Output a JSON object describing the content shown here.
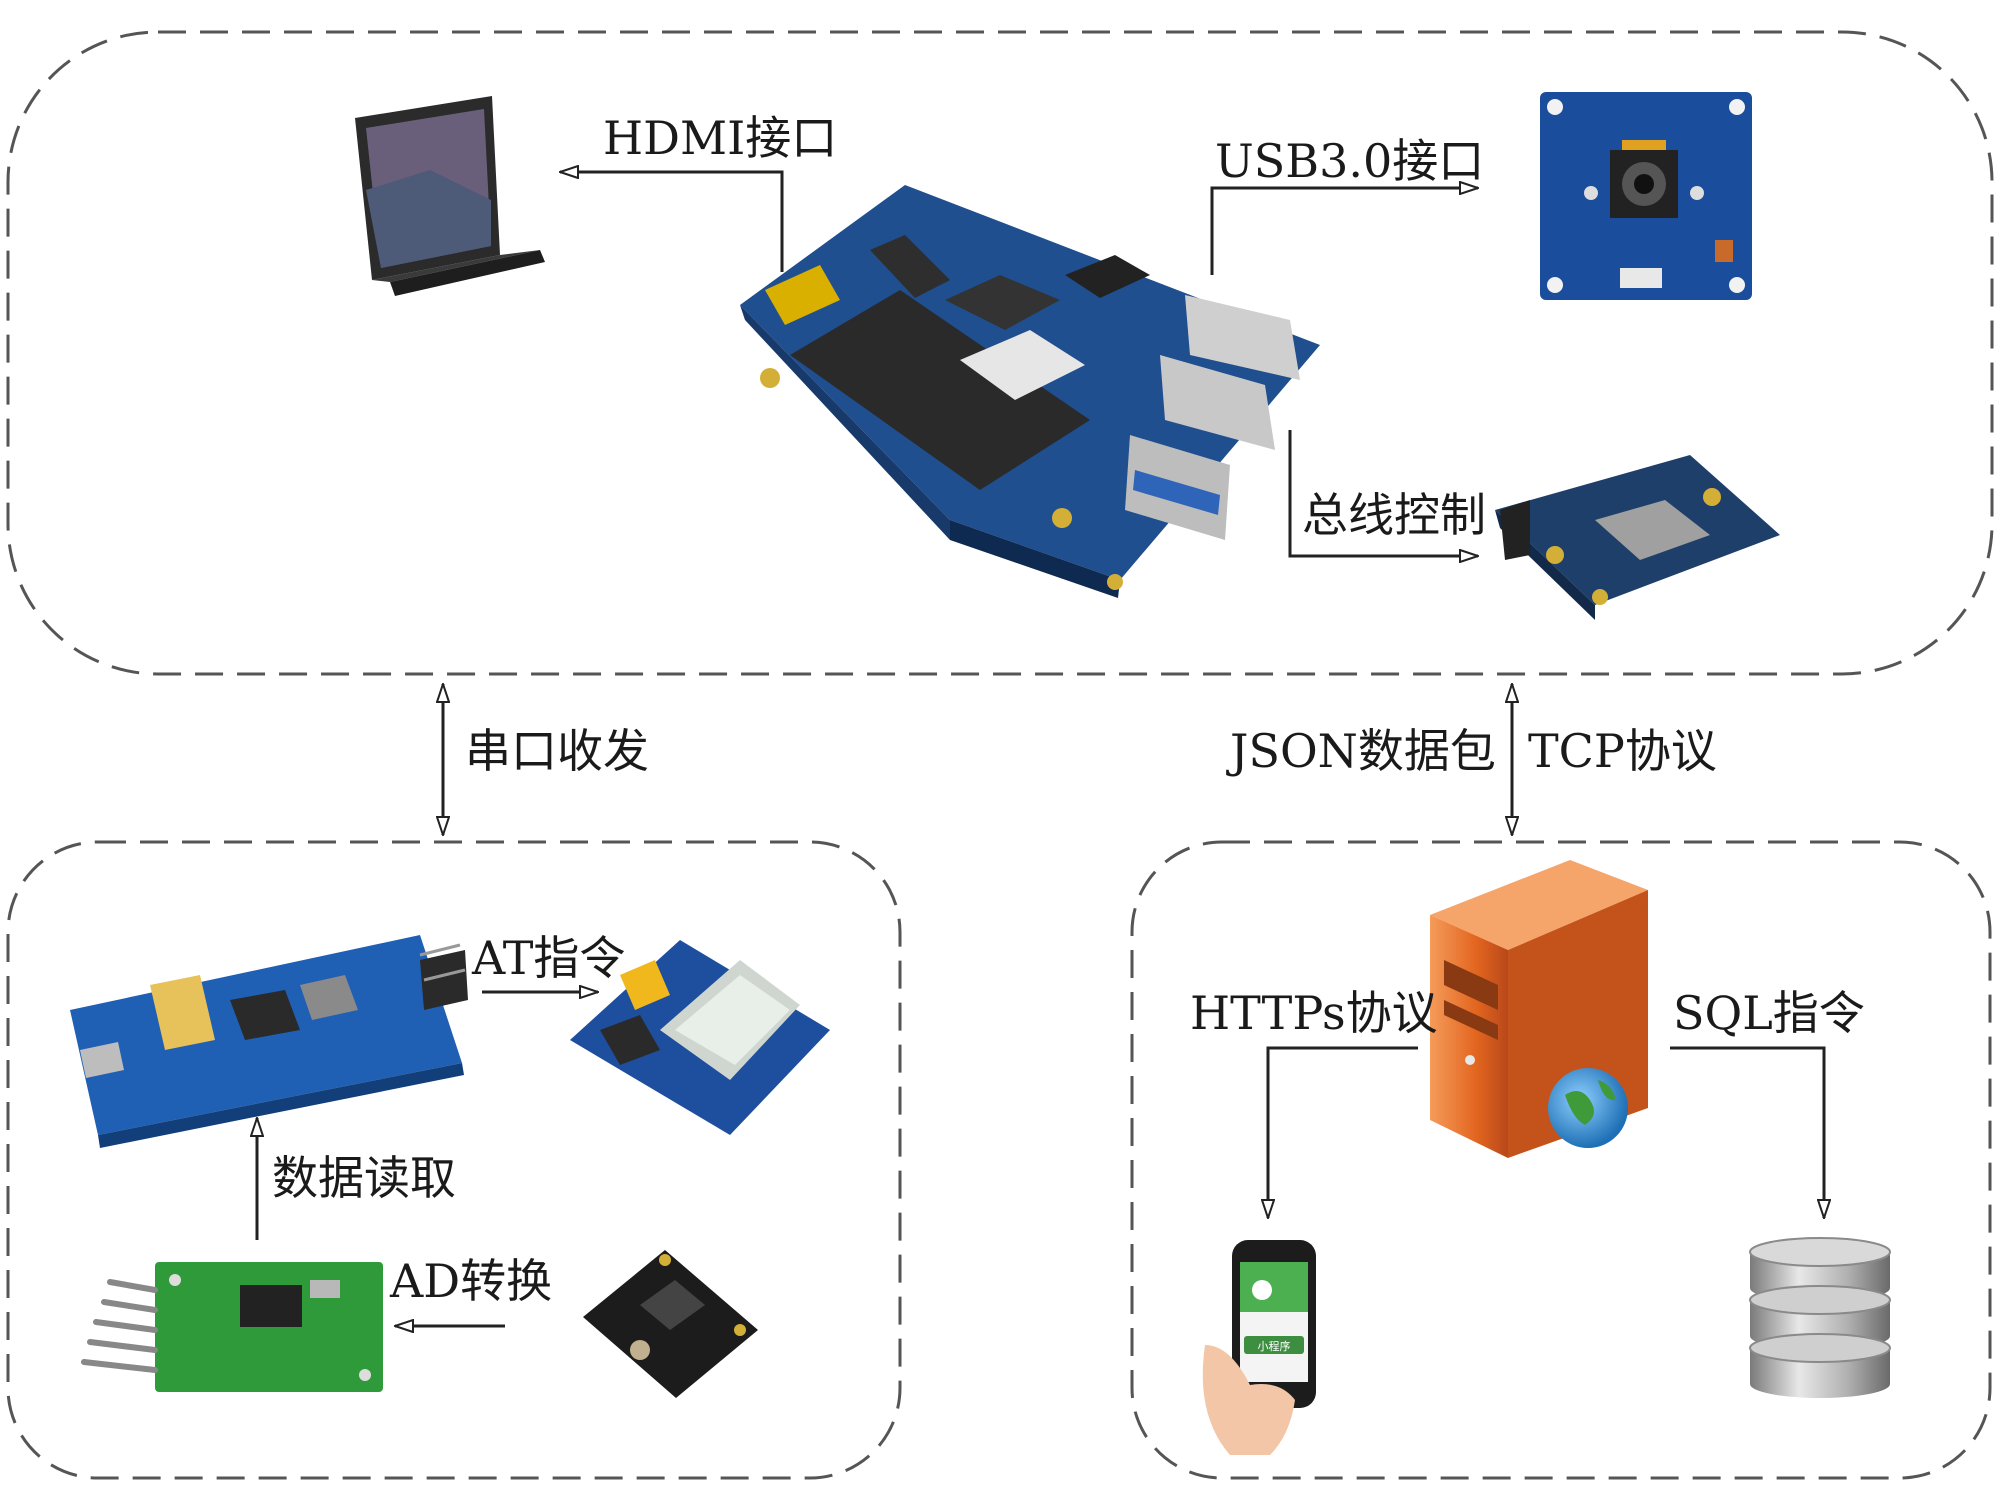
{
  "labels": {
    "hdmi": "HDMI接口",
    "usb": "USB3.0接口",
    "bus": "总线控制",
    "serial": "串口收发",
    "json": "JSON数据包",
    "tcp": "TCP协议",
    "at": "AT指令",
    "read": "数据读取",
    "ad": "AD转换",
    "https": "HTTPs协议",
    "sql": "SQL指令"
  },
  "mini_app_text": "小程序",
  "colors": {
    "line": "#222222",
    "dashed_border": "#555555",
    "pcb_blue": "#1f4f8f",
    "pcb_green": "#2f9a3a",
    "server_orange": "#e2651f",
    "phone_screen_green": "#4caf50"
  },
  "icons": {
    "laptop": "laptop-icon",
    "main_board": "embedded-board-icon",
    "camera_module": "camera-module-icon",
    "wifi_module": "wireless-module-icon",
    "stm32_board": "stm32-board-icon",
    "gsm_module": "gsm-module-icon",
    "ad_module": "ad-converter-icon",
    "sensor": "sensor-board-icon",
    "server": "server-icon",
    "phone": "smartphone-icon",
    "database": "database-icon"
  }
}
